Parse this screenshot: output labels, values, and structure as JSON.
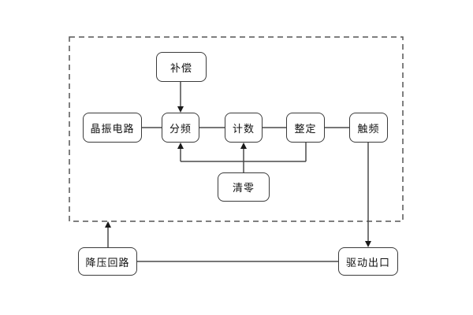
{
  "diagram": {
    "nodes": {
      "compensation": {
        "label": "补偿"
      },
      "crystal_circuit": {
        "label": "晶振电路"
      },
      "frequency_divider": {
        "label": "分频"
      },
      "counter": {
        "label": "计数"
      },
      "setting": {
        "label": "整定"
      },
      "trigger": {
        "label": "触频"
      },
      "clear": {
        "label": "清零"
      },
      "step_down_circuit": {
        "label": "降压回路"
      },
      "drive_output": {
        "label": "驱动出口"
      }
    },
    "colors": {
      "line": "#4a4a4a",
      "boundary": "#555555",
      "node_border": "#3b3b3b",
      "arrow": "#1a1a1a",
      "background": "#ffffff",
      "text": "#111111"
    }
  }
}
